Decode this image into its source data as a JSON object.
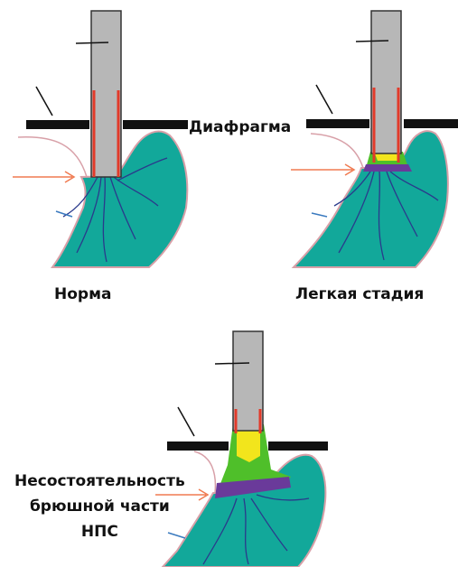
{
  "labels": {
    "diaphragm": "Диафрагма",
    "norm": "Норма",
    "mild": "Легкая стадия",
    "failure_line1": "Несостоятельность",
    "failure_line2": "брюшной части",
    "failure_line3": "НПС"
  },
  "colors": {
    "stomach": "#12a89a",
    "stomach_outline": "#d8a0a8",
    "vessels": "#2a3a8c",
    "esophagus": "#b7b7b7",
    "sphincter": "#e23a2a",
    "diaphragm": "#111111",
    "arrow": "#f07a50",
    "inflammation_yellow": "#f2e51c",
    "inflammation_green": "#4fbf2a",
    "inflammation_purple": "#6a3a9a"
  },
  "panels": [
    {
      "id": "norm",
      "stage": "normal"
    },
    {
      "id": "mild",
      "stage": "mild"
    },
    {
      "id": "failure",
      "stage": "severe"
    }
  ]
}
